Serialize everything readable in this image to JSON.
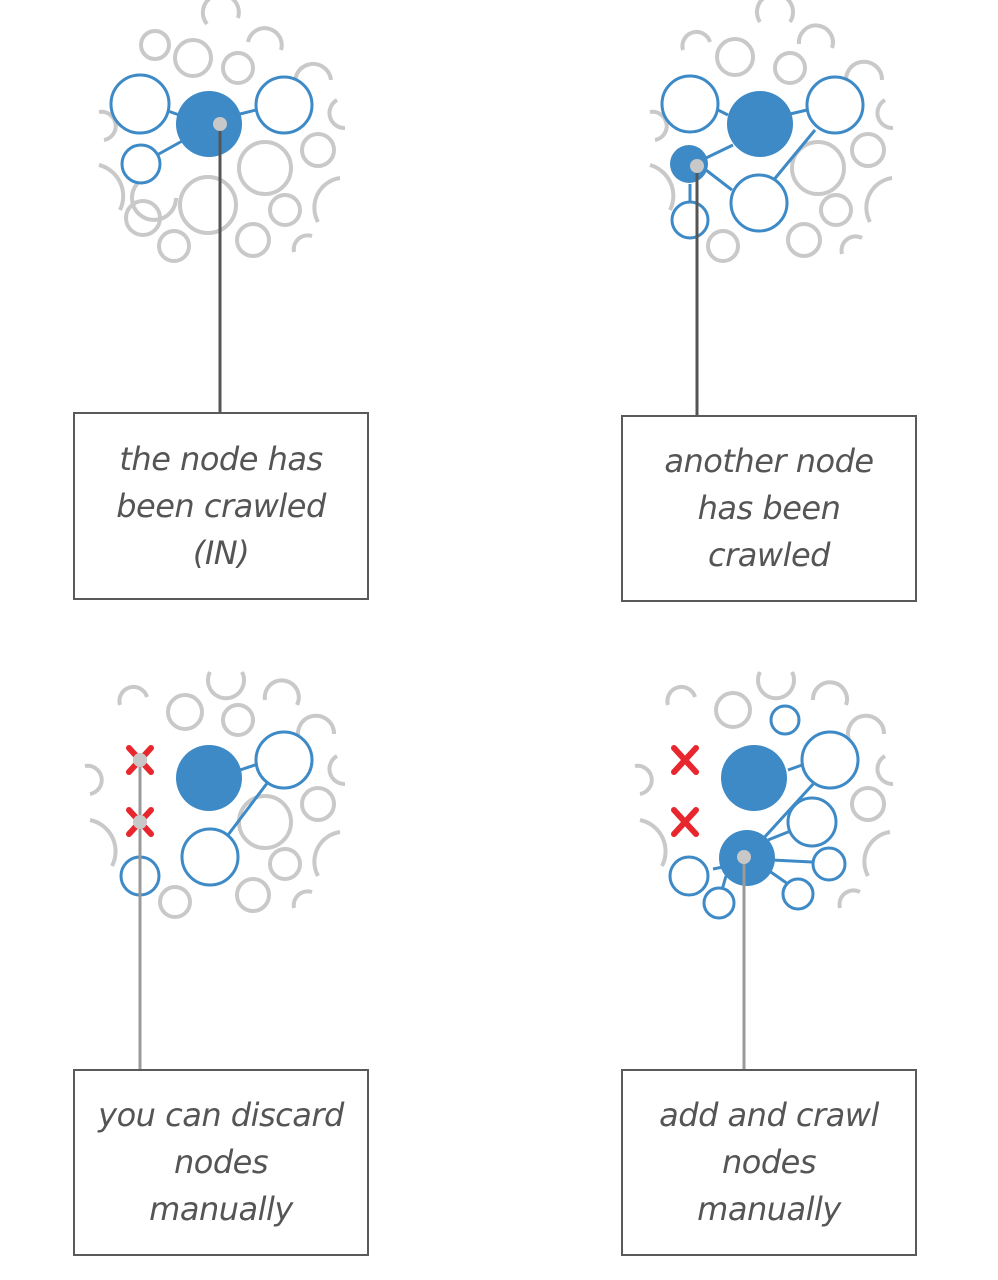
{
  "colors": {
    "blue": "#3d8ac7",
    "gray_circle": "#c9c9c9",
    "connector": "#555555",
    "connector_light": "#9a9a9a",
    "pin": "#c8c8c8",
    "discard_mark": "#e8262e",
    "text": "#555555"
  },
  "panels": [
    {
      "id": "crawled-node",
      "caption_lines": [
        "the node has",
        "been crawled",
        "(IN)"
      ]
    },
    {
      "id": "another-node",
      "caption_lines": [
        "another node",
        "has been",
        "crawled"
      ]
    },
    {
      "id": "discard-nodes",
      "caption_lines": [
        "you can discard",
        "nodes",
        "manually"
      ]
    },
    {
      "id": "add-nodes",
      "caption_lines": [
        "add and crawl",
        "nodes",
        "manually"
      ]
    }
  ]
}
